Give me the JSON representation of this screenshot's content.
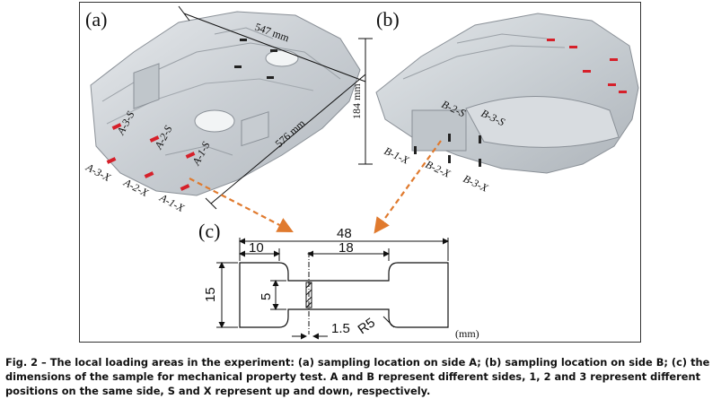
{
  "panels": {
    "a": "(a)",
    "b": "(b)",
    "c": "(c)"
  },
  "dimensions_casting": {
    "width": "547 mm",
    "length": "576 mm",
    "height": "184 mm"
  },
  "side_a_labels": [
    "A-3-S",
    "A-2-S",
    "A-1-S",
    "A-3-X",
    "A-2-X",
    "A-1-X"
  ],
  "side_b_labels": [
    "B-2-S",
    "B-3-S",
    "B-1-X",
    "B-2-X",
    "B-3-X"
  ],
  "specimen": {
    "total_length": "48",
    "grip_length": "10",
    "gauge_length": "18",
    "width": "15",
    "gauge_width": "5",
    "thickness": "1.5",
    "radius": "R5",
    "unit": "(mm)"
  },
  "caption": {
    "fig_no": "Fig. 2",
    "dash": " – ",
    "text": "The local loading areas in the experiment: (a) sampling location on side A; (b) sampling location on side B; (c) the dimensions of the sample for mechanical property test. A and B represent different sides, 1, 2 and 3 represent different positions on the same side, S and X represent up and down, respectively."
  },
  "colors": {
    "accent_red": "#d6202a",
    "arrow_orange": "#e07a2e",
    "casting_fill": "#d4d8dc"
  }
}
